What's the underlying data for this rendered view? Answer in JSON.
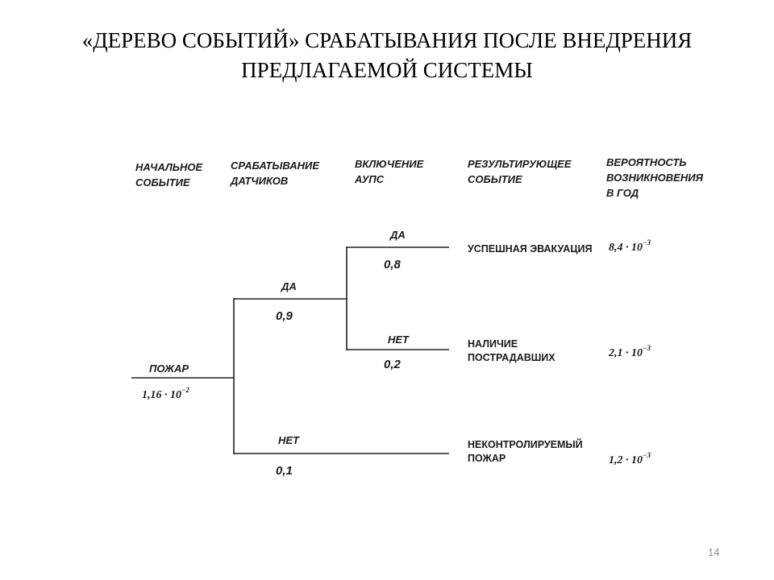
{
  "title": {
    "line1": "«ДЕРЕВО СОБЫТИЙ» СРАБАТЫВАНИЯ ПОСЛЕ ВНЕДРЕНИЯ",
    "line2": "ПРЕДЛАГАЕМОЙ СИСТЕМЫ"
  },
  "headers": {
    "initial_event": [
      "НАЧАЛЬНОЕ",
      "СОБЫТИЕ"
    ],
    "sensor_triggering": [
      "СРАБАТЫВАНИЕ",
      "ДАТЧИКОВ"
    ],
    "aups_activation": [
      "ВКЛЮЧЕНИЕ",
      "АУПС"
    ],
    "resulting_event": [
      "РЕЗУЛЬТИРУЮЩЕЕ",
      "СОБЫТИЕ"
    ],
    "probability": [
      "ВЕРОЯТНОСТЬ",
      "ВОЗНИКНОВЕНИЯ",
      "В ГОД"
    ]
  },
  "initial": {
    "label": "ПОЖАР",
    "mantissa": "1,16 · 10",
    "exponent": "−2"
  },
  "sensors": {
    "yes": {
      "label": "ДА",
      "value": "0,9"
    },
    "no": {
      "label": "НЕТ",
      "value": "0,1"
    }
  },
  "aups": {
    "yes": {
      "label": "ДА",
      "value": "0,8"
    },
    "no": {
      "label": "НЕТ",
      "value": "0,2"
    }
  },
  "outcomes": [
    {
      "lines": [
        "УСПЕШНАЯ ЭВАКУАЦИЯ"
      ],
      "mantissa": "8,4 · 10",
      "exponent": "−3"
    },
    {
      "lines": [
        "НАЛИЧИЕ",
        "ПОСТРАДАВШИХ"
      ],
      "mantissa": "2,1 · 10",
      "exponent": "−3"
    },
    {
      "lines": [
        "НЕКОНТРОЛИРУЕМЫЙ",
        "ПОЖАР"
      ],
      "mantissa": "1,2 · 10",
      "exponent": "−3"
    }
  ],
  "page_number": "14"
}
